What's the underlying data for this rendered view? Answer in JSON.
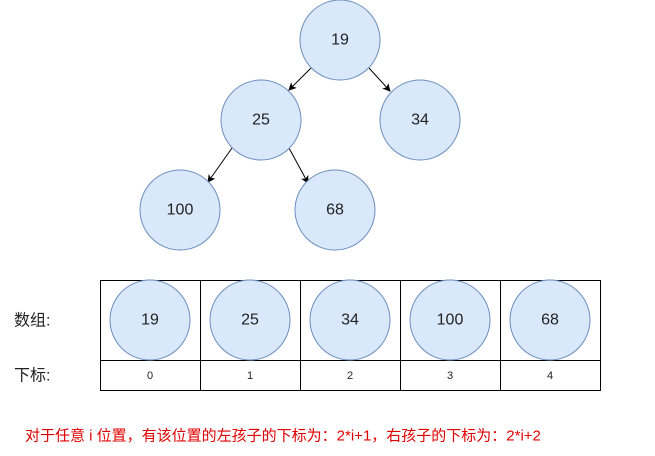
{
  "tree": {
    "root": "19",
    "left": "25",
    "right": "34",
    "left_left": "100",
    "left_right": "68"
  },
  "array": {
    "label": "数组:",
    "values": [
      "19",
      "25",
      "34",
      "100",
      "68"
    ]
  },
  "indices": {
    "label": "下标:",
    "values": [
      "0",
      "1",
      "2",
      "3",
      "4"
    ]
  },
  "note": "对于任意 i 位置，有该位置的左孩子的下标为：2*i+1，右孩子的下标为：2*i+2",
  "colors": {
    "node_fill": "#dae8fc",
    "node_stroke": "#6c8ebf",
    "note": "#e00000"
  }
}
